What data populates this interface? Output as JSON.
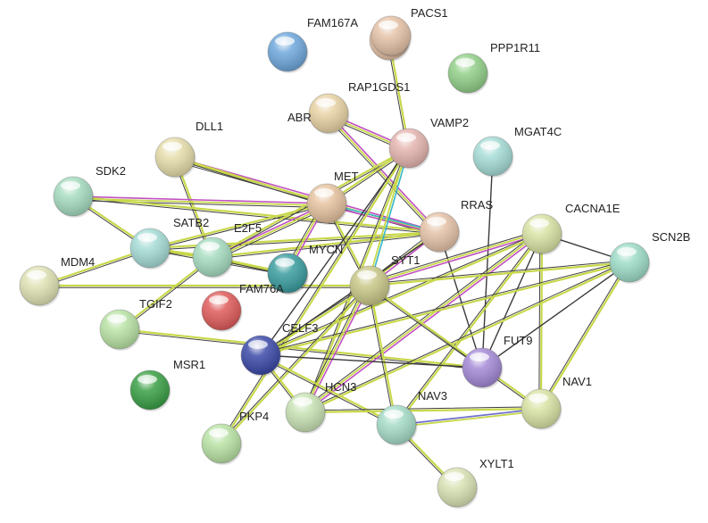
{
  "nodes": [
    {
      "id": "FAM167A",
      "label": "FAM167A",
      "color": "#6fa8dc"
    },
    {
      "id": "PACS1",
      "label": "PACS1",
      "color": "#e6c3a8"
    },
    {
      "id": "PPP1R11",
      "label": "PPP1R11",
      "color": "#93d08a"
    },
    {
      "id": "RAP1GDS1",
      "label": "RAP1GDS1",
      "color": "#e6c3a8"
    },
    {
      "id": "ABR",
      "label": "ABR",
      "color": "#e8d3a5"
    },
    {
      "id": "VAMP2",
      "label": "VAMP2",
      "color": "#e5b5b0"
    },
    {
      "id": "MGAT4C",
      "label": "MGAT4C",
      "color": "#a6dcd6"
    },
    {
      "id": "DLL1",
      "label": "DLL1",
      "color": "#e6ddab"
    },
    {
      "id": "SDK2",
      "label": "SDK2",
      "color": "#a6dcc0"
    },
    {
      "id": "MET",
      "label": "MET",
      "color": "#e6c3a0"
    },
    {
      "id": "RRAS",
      "label": "RRAS",
      "color": "#e6c3a8"
    },
    {
      "id": "CACNA1E",
      "label": "CACNA1E",
      "color": "#d9e3a5"
    },
    {
      "id": "SCN2B",
      "label": "SCN2B",
      "color": "#9edcc8"
    },
    {
      "id": "SATB2",
      "label": "SATB2",
      "color": "#a6dcd6"
    },
    {
      "id": "E2F5",
      "label": "E2F5",
      "color": "#a6dcc0"
    },
    {
      "id": "MDM4",
      "label": "MDM4",
      "color": "#e0e3b5"
    },
    {
      "id": "MYCN",
      "label": "MYCN",
      "color": "#3b9ea0"
    },
    {
      "id": "FAM76A",
      "label": "FAM76A",
      "color": "#3b9ea0"
    },
    {
      "id": "SYT1",
      "label": "SYT1",
      "color": "#c9c889"
    },
    {
      "id": "TGIF2",
      "label": "TGIF2",
      "color": "#b9e3a5"
    },
    {
      "id": "RED",
      "label": "",
      "color": "#e05c5c"
    },
    {
      "id": "CELF3",
      "label": "CELF3",
      "color": "#3c4aa8"
    },
    {
      "id": "FUT9",
      "label": "FUT9",
      "color": "#a48ad6"
    },
    {
      "id": "MSR1",
      "label": "MSR1",
      "color": "#3aa046"
    },
    {
      "id": "NAV1",
      "label": "NAV1",
      "color": "#d9e3a5"
    },
    {
      "id": "HCN3",
      "label": "HCN3",
      "color": "#c9e3b5"
    },
    {
      "id": "NAV3",
      "label": "NAV3",
      "color": "#a6dcc8"
    },
    {
      "id": "PKP4",
      "label": "PKP4",
      "color": "#b9e3a5"
    },
    {
      "id": "XYLT1",
      "label": "XYLT1",
      "color": "#d9e3b5"
    }
  ],
  "edges": [
    [
      "PACS1",
      "RAP1GDS1",
      "yg"
    ],
    [
      "PACS1",
      "VAMP2",
      "yg"
    ],
    [
      "ABR",
      "RRAS",
      "mg"
    ],
    [
      "ABR",
      "VAMP2",
      "mg"
    ],
    [
      "DLL1",
      "E2F5",
      "yg"
    ],
    [
      "DLL1",
      "RRAS",
      "mg"
    ],
    [
      "DLL1",
      "MET",
      "yg"
    ],
    [
      "SDK2",
      "MET",
      "mg"
    ],
    [
      "SDK2",
      "RRAS",
      "yg"
    ],
    [
      "SDK2",
      "SATB2",
      "yg"
    ],
    [
      "SATB2",
      "MET",
      "yg"
    ],
    [
      "SATB2",
      "RRAS",
      "yg"
    ],
    [
      "SATB2",
      "E2F5",
      "yg"
    ],
    [
      "SATB2",
      "MYCN",
      "yg"
    ],
    [
      "E2F5",
      "MET",
      "mg"
    ],
    [
      "E2F5",
      "VAMP2",
      "yg"
    ],
    [
      "E2F5",
      "RRAS",
      "yg"
    ],
    [
      "E2F5",
      "MYCN",
      "yg"
    ],
    [
      "MET",
      "RRAS",
      "c"
    ],
    [
      "MET",
      "MYCN",
      "mg"
    ],
    [
      "MET",
      "SYT1",
      "yg"
    ],
    [
      "MET",
      "VAMP2",
      "yg"
    ],
    [
      "MDM4",
      "SATB2",
      "yg"
    ],
    [
      "MDM4",
      "SYT1",
      "yg"
    ],
    [
      "TGIF2",
      "E2F5",
      "yg"
    ],
    [
      "TGIF2",
      "FUT9",
      "yg"
    ],
    [
      "VAMP2",
      "SYT1",
      "cb"
    ],
    [
      "VAMP2",
      "CELF3",
      "k"
    ],
    [
      "VAMP2",
      "HCN3",
      "yg"
    ],
    [
      "VAMP2",
      "PKP4",
      "yg"
    ],
    [
      "MGAT4C",
      "FUT9",
      "k"
    ],
    [
      "RRAS",
      "FUT9",
      "k"
    ],
    [
      "RRAS",
      "SYT1",
      "mg"
    ],
    [
      "RRAS",
      "CELF3",
      "k"
    ],
    [
      "CACNA1E",
      "SCN2B",
      "k"
    ],
    [
      "CACNA1E",
      "SYT1",
      "mg"
    ],
    [
      "CACNA1E",
      "FUT9",
      "k"
    ],
    [
      "CACNA1E",
      "NAV1",
      "yg"
    ],
    [
      "CACNA1E",
      "HCN3",
      "mg"
    ],
    [
      "CACNA1E",
      "CELF3",
      "yg"
    ],
    [
      "CACNA1E",
      "NAV3",
      "yg"
    ],
    [
      "SCN2B",
      "SYT1",
      "yg"
    ],
    [
      "SCN2B",
      "NAV1",
      "yg"
    ],
    [
      "SCN2B",
      "HCN3",
      "yg"
    ],
    [
      "SCN2B",
      "CELF3",
      "yg"
    ],
    [
      "SCN2B",
      "FUT9",
      "k"
    ],
    [
      "SYT1",
      "FUT9",
      "k"
    ],
    [
      "SYT1",
      "NAV3",
      "yg"
    ],
    [
      "SYT1",
      "HCN3",
      "mg"
    ],
    [
      "SYT1",
      "PKP4",
      "yg"
    ],
    [
      "SYT1",
      "CELF3",
      "yg"
    ],
    [
      "SYT1",
      "NAV1",
      "yg"
    ],
    [
      "CELF3",
      "FUT9",
      "k"
    ],
    [
      "CELF3",
      "HCN3",
      "yg"
    ],
    [
      "CELF3",
      "NAV3",
      "yg"
    ],
    [
      "NAV3",
      "NAV1",
      "b"
    ],
    [
      "NAV3",
      "XYLT1",
      "yg"
    ],
    [
      "NAV1",
      "HCN3",
      "yg"
    ]
  ]
}
